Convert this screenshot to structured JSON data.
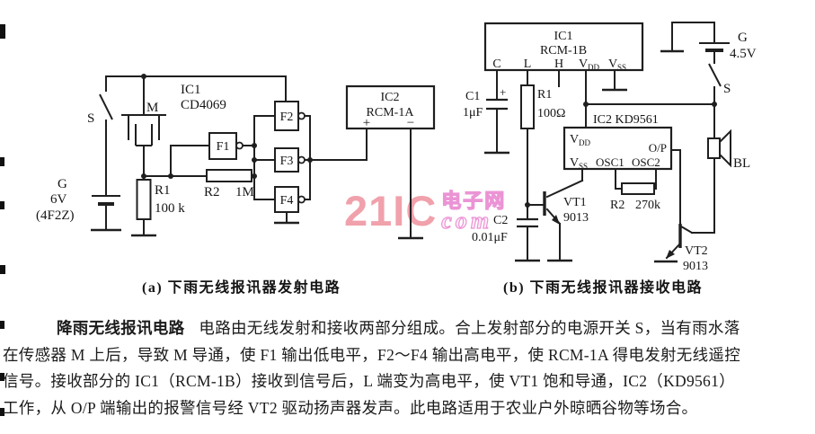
{
  "watermark": {
    "brand": "21IC",
    "site": "电子网",
    "com": "com"
  },
  "captions": {
    "a": "(a) 下雨无线报讯器发射电路",
    "b": "(b) 下雨无线报讯器接收电路"
  },
  "paragraph": {
    "title": "降雨无线报讯电路",
    "line1": "电路由无线发射和接收两部分组成。合上发射部分的电源开关 S，当有雨水落",
    "line2": "在传感器 M 上后，导致 M 导通，使 F1 输出低电平，F2～F4 输出高电平，使 RCM-1A 得电发射无线遥控",
    "line3": "信号。接收部分的 IC1（RCM-1B）接收到信号后，L 端变为高电平，使 VT1 饱和导通，IC2（KD9561）",
    "line4": "工作，从 O/P 端输出的报警信号经 VT2 驱动扬声器发声。此电路适用于农业户外晾晒谷物等场合。"
  },
  "transmitter": {
    "s": "S",
    "m": "M",
    "ic1": "IC1",
    "ic1_part": "CD4069",
    "g": "G",
    "g_v": "6V",
    "g_type": "(4F2Z)",
    "r1": "R1",
    "r1_v": "100 k",
    "r2": "R2",
    "r2_v": "1M",
    "f1": "F1",
    "f2": "F2",
    "f3": "F3",
    "f4": "F4",
    "ic2": "IC2",
    "ic2_part": "RCM-1A",
    "plus": "+",
    "minus": "−"
  },
  "receiver": {
    "ic1": "IC1",
    "ic1_part": "RCM-1B",
    "pin_c": "C",
    "pin_l": "L",
    "pin_h": "H",
    "v": "V",
    "dd": "DD",
    "ss": "SS",
    "c1": "C1",
    "c1_v": "1μF",
    "c1_plus": "+",
    "r1": "R1",
    "r1_v": "100Ω",
    "ic2_title": "IC2 KD9561",
    "osc1": "OSC1",
    "osc2": "OSC2",
    "op": "O/P",
    "r2": "R2",
    "r2_v": "270k",
    "c2": "C2",
    "c2_v": "0.01μF",
    "vt1": "VT1",
    "vt1_part": "9013",
    "vt2": "VT2",
    "vt2_part": "9013",
    "g": "G",
    "g_v": "4.5V",
    "s": "S",
    "bl": "BL"
  }
}
